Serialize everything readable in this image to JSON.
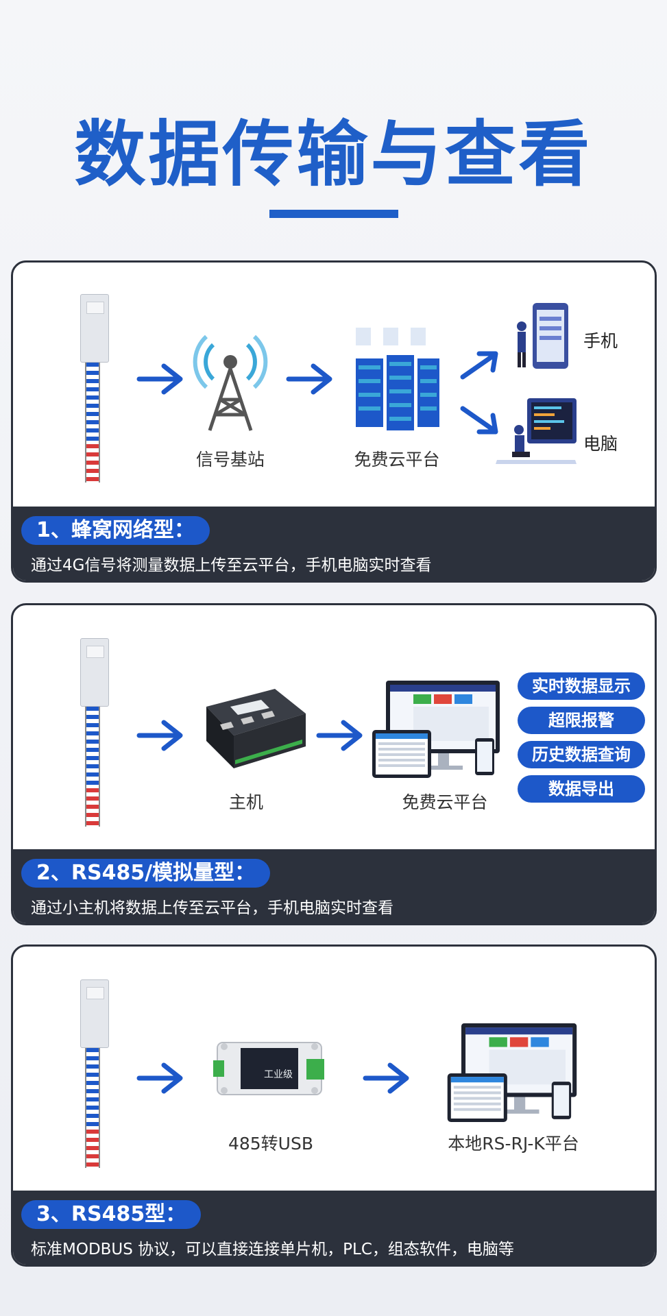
{
  "page": {
    "title": "数据传输与查看",
    "accent": "#1f5fc8",
    "dark": "#2c313c"
  },
  "section1": {
    "badge": "1、蜂窝网络型：",
    "desc": "通过4G信号将测量数据上传至云平台，手机电脑实时查看",
    "labels": {
      "tower": "信号基站",
      "cloud": "免费云平台",
      "phone": "手机",
      "pc": "电脑"
    }
  },
  "section2": {
    "badge": "2、RS485/模拟量型：",
    "desc": "通过小主机将数据上传至云平台，手机电脑实时查看",
    "labels": {
      "host": "主机",
      "cloud": "免费云平台"
    },
    "features": [
      "实时数据显示",
      "超限报警",
      "历史数据查询",
      "数据导出"
    ]
  },
  "section3": {
    "badge": "3、RS485型：",
    "desc": "标准MODBUS 协议，可以直接连接单片机，PLC，组态软件，电脑等",
    "labels": {
      "converter": "485转USB",
      "local": "本地RS-RJ-K平台"
    },
    "converter_tag": "工业级"
  }
}
